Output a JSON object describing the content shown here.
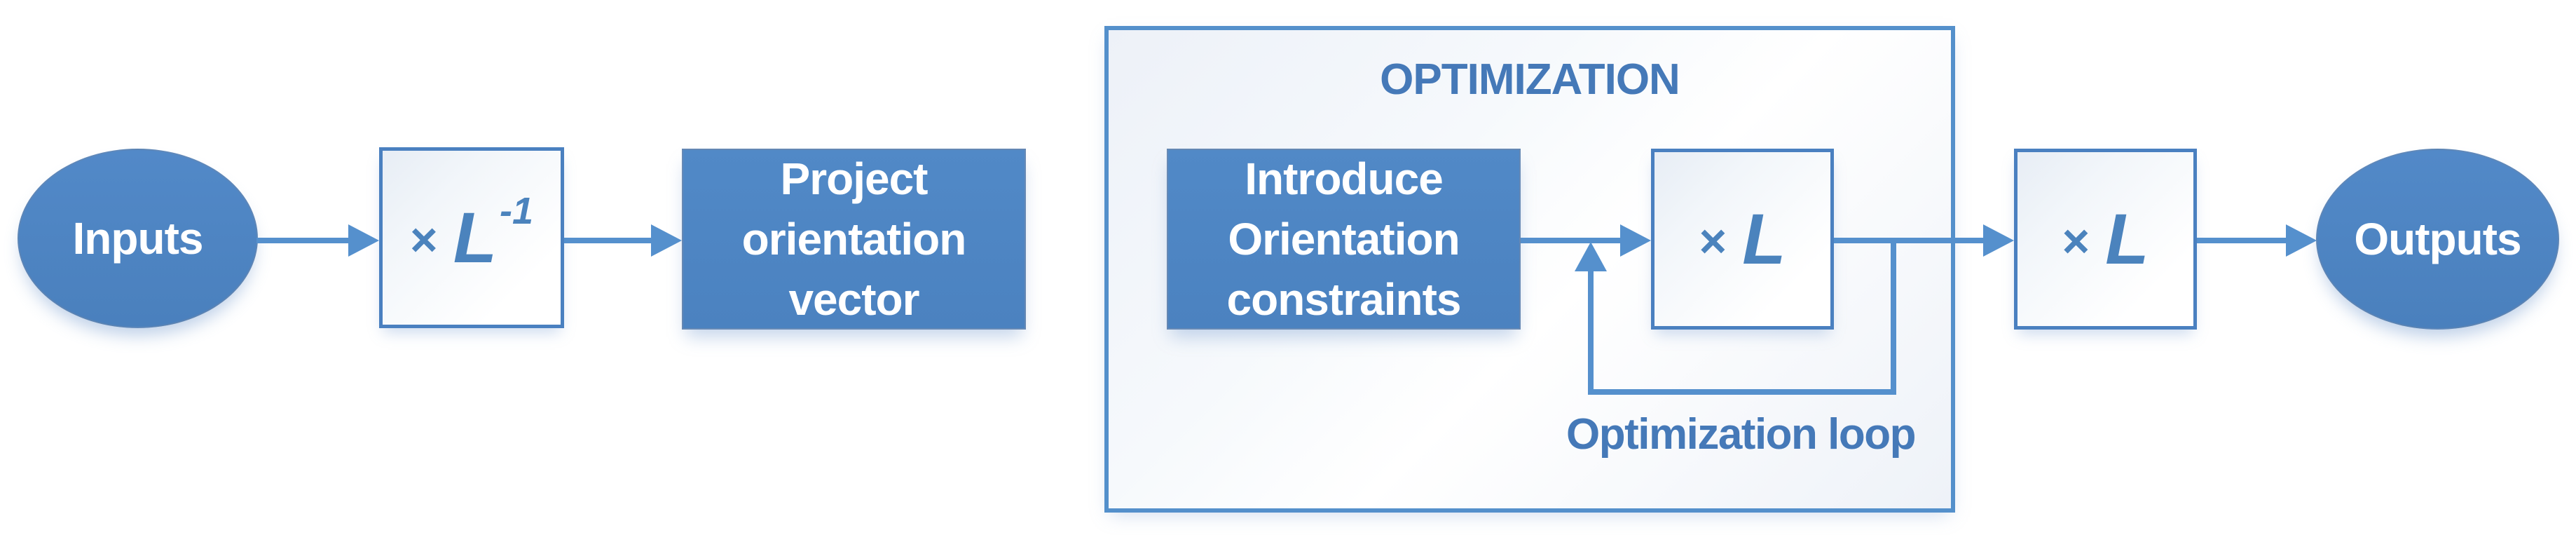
{
  "colors": {
    "fill_blue": "#4e86c4",
    "fill_blue_dark": "#4a80bd",
    "line_blue": "#5590cd",
    "border_blue": "#4a80c0",
    "container_border": "#5490cb",
    "label_blue": "#4579b8",
    "operator_blue": "#4b83bd",
    "shape_text": "#ffffff",
    "background": "#ffffff"
  },
  "diagram": {
    "inputs": {
      "label": "Inputs"
    },
    "mult_l_inverse": {
      "times": "×",
      "symbol": "L",
      "exponent": "-1"
    },
    "project_orientation": {
      "label": "Project\norientation\nvector"
    },
    "optimization": {
      "title": "OPTIMIZATION",
      "loop_label": "Optimization loop"
    },
    "introduce_constraints": {
      "label": "Introduce\nOrientation\nconstraints"
    },
    "mult_l_inner": {
      "times": "×",
      "symbol": "L"
    },
    "mult_l_outer": {
      "times": "×",
      "symbol": "L"
    },
    "outputs": {
      "label": "Outputs"
    }
  }
}
